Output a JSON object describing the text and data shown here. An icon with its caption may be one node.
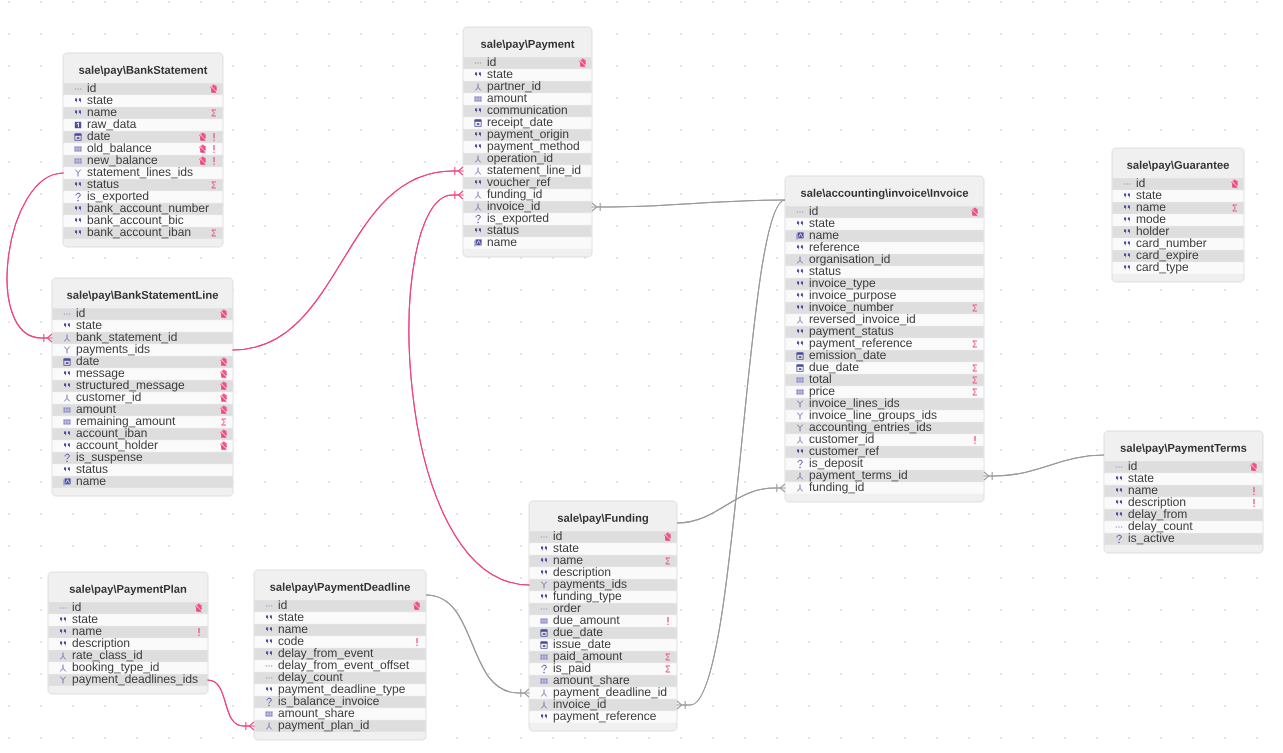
{
  "diagram": {
    "nodes": [
      {
        "text": [
          "sale\\pay\\BankStatement"
        ]
      },
      {
        "text": [
          "id"
        ],
        "in": 0
      },
      {
        "text": [
          "state"
        ],
        "in": 0
      },
      {
        "text": [
          "name"
        ],
        "in": 0
      },
      {
        "text": [
          "raw_data"
        ],
        "in": 0
      },
      {
        "text": [
          "date"
        ],
        "in": 0
      },
      {
        "text": [
          "old_balance"
        ],
        "in": 0
      },
      {
        "text": [
          "new_balance"
        ],
        "in": 0
      },
      {
        "text": [
          "statement_lines_ids"
        ],
        "in": 0
      },
      {
        "text": [
          "status"
        ],
        "in": 0
      },
      {
        "text": [
          "is_exported"
        ],
        "in": 0
      },
      {
        "text": [
          "bank_account_number"
        ],
        "in": 0
      },
      {
        "text": [
          "bank_account_bic"
        ],
        "in": 0
      },
      {
        "text": [
          "bank_account_iban"
        ],
        "in": 0
      },
      {
        "text": [
          "sale\\pay\\Payment"
        ]
      },
      {
        "text": [
          "id"
        ],
        "in": 14
      },
      {
        "text": [
          "state"
        ],
        "in": 14
      },
      {
        "text": [
          "partner_id"
        ],
        "in": 14
      },
      {
        "text": [
          "amount"
        ],
        "in": 14
      },
      {
        "text": [
          "communication"
        ],
        "in": 14
      },
      {
        "text": [
          "receipt_date"
        ],
        "in": 14
      },
      {
        "text": [
          "payment_origin"
        ],
        "in": 14
      },
      {
        "text": [
          "payment_method"
        ],
        "in": 14
      },
      {
        "text": [
          "operation_id"
        ],
        "in": 14
      },
      {
        "text": [
          "statement_line_id"
        ],
        "in": 14
      },
      {
        "text": [
          "voucher_ref"
        ],
        "in": 14
      },
      {
        "text": [
          "funding_id"
        ],
        "in": 14
      },
      {
        "text": [
          "invoice_id"
        ],
        "in": 14
      },
      {
        "text": [
          "is_exported"
        ],
        "in": 14
      },
      {
        "text": [
          "status"
        ],
        "in": 14
      },
      {
        "text": [
          "name"
        ],
        "in": 14
      },
      {
        "text": [
          "sale\\pay\\Guarantee"
        ]
      },
      {
        "text": [
          "id"
        ],
        "in": 31
      },
      {
        "text": [
          "state"
        ],
        "in": 31
      },
      {
        "text": [
          "name"
        ],
        "in": 31
      },
      {
        "text": [
          "mode"
        ],
        "in": 31
      },
      {
        "text": [
          "holder"
        ],
        "in": 31
      },
      {
        "text": [
          "card_number"
        ],
        "in": 31
      },
      {
        "text": [
          "card_expire"
        ],
        "in": 31
      },
      {
        "text": [
          "card_type"
        ],
        "in": 31
      },
      {
        "text": [
          "sale\\accounting\\invoice\\Invoice"
        ]
      },
      {
        "text": [
          "id"
        ],
        "in": 40
      },
      {
        "text": [
          "state"
        ],
        "in": 40
      },
      {
        "text": [
          "name"
        ],
        "in": 40
      },
      {
        "text": [
          "reference"
        ],
        "in": 40
      },
      {
        "text": [
          "organisation_id"
        ],
        "in": 40
      },
      {
        "text": [
          "status"
        ],
        "in": 40
      },
      {
        "text": [
          "invoice_type"
        ],
        "in": 40
      },
      {
        "text": [
          "invoice_purpose"
        ],
        "in": 40
      },
      {
        "text": [
          "invoice_number"
        ],
        "in": 40
      },
      {
        "text": [
          "reversed_invoice_id"
        ],
        "in": 40
      },
      {
        "text": [
          "payment_status"
        ],
        "in": 40
      },
      {
        "text": [
          "payment_reference"
        ],
        "in": 40
      },
      {
        "text": [
          "emission_date"
        ],
        "in": 40
      },
      {
        "text": [
          "due_date"
        ],
        "in": 40
      },
      {
        "text": [
          "total"
        ],
        "in": 40
      },
      {
        "text": [
          "price"
        ],
        "in": 40
      },
      {
        "text": [
          "invoice_lines_ids"
        ],
        "in": 40
      },
      {
        "text": [
          "invoice_line_groups_ids"
        ],
        "in": 40
      },
      {
        "text": [
          "accounting_entries_ids"
        ],
        "in": 40
      },
      {
        "text": [
          "customer_id"
        ],
        "in": 40
      },
      {
        "text": [
          "customer_ref"
        ],
        "in": 40
      },
      {
        "text": [
          "is_deposit"
        ],
        "in": 40
      },
      {
        "text": [
          "payment_terms_id"
        ],
        "in": 40
      },
      {
        "text": [
          "funding_id"
        ],
        "in": 40
      },
      {
        "text": [
          "sale\\pay\\BankStatementLine"
        ]
      },
      {
        "text": [
          "id"
        ],
        "in": 65
      },
      {
        "text": [
          "state"
        ],
        "in": 65
      },
      {
        "text": [
          "bank_statement_id"
        ],
        "in": 65
      },
      {
        "text": [
          "payments_ids"
        ],
        "in": 65
      },
      {
        "text": [
          "date"
        ],
        "in": 65
      },
      {
        "text": [
          "message"
        ],
        "in": 65
      },
      {
        "text": [
          "structured_message"
        ],
        "in": 65
      },
      {
        "text": [
          "customer_id"
        ],
        "in": 65
      },
      {
        "text": [
          "amount"
        ],
        "in": 65
      },
      {
        "text": [
          "remaining_amount"
        ],
        "in": 65
      },
      {
        "text": [
          "account_iban"
        ],
        "in": 65
      },
      {
        "text": [
          "account_holder"
        ],
        "in": 65
      },
      {
        "text": [
          "is_suspense"
        ],
        "in": 65
      },
      {
        "text": [
          "status"
        ],
        "in": 65
      },
      {
        "text": [
          "name"
        ],
        "in": 65
      },
      {
        "text": [
          "sale\\pay\\PaymentTerms"
        ]
      },
      {
        "text": [
          "id"
        ],
        "in": 81
      },
      {
        "text": [
          "state"
        ],
        "in": 81
      },
      {
        "text": [
          "name"
        ],
        "in": 81
      },
      {
        "text": [
          "description"
        ],
        "in": 81
      },
      {
        "text": [
          "delay_from"
        ],
        "in": 81
      },
      {
        "text": [
          "delay_count"
        ],
        "in": 81
      },
      {
        "text": [
          "is_active"
        ],
        "in": 81
      },
      {
        "text": [
          "sale\\pay\\Funding"
        ]
      },
      {
        "text": [
          "id"
        ],
        "in": 89
      },
      {
        "text": [
          "state"
        ],
        "in": 89
      },
      {
        "text": [
          "name"
        ],
        "in": 89
      },
      {
        "text": [
          "description"
        ],
        "in": 89
      },
      {
        "text": [
          "payments_ids"
        ],
        "in": 89
      },
      {
        "text": [
          "funding_type"
        ],
        "in": 89
      },
      {
        "text": [
          "order"
        ],
        "in": 89
      },
      {
        "text": [
          "due_amount"
        ],
        "in": 89
      },
      {
        "text": [
          "due_date"
        ],
        "in": 89
      },
      {
        "text": [
          "issue_date"
        ],
        "in": 89
      },
      {
        "text": [
          "paid_amount"
        ],
        "in": 89
      },
      {
        "text": [
          "is_paid"
        ],
        "in": 89
      },
      {
        "text": [
          "amount_share"
        ],
        "in": 89
      },
      {
        "text": [
          "payment_deadline_id"
        ],
        "in": 89
      },
      {
        "text": [
          "invoice_id"
        ],
        "in": 89
      },
      {
        "text": [
          "payment_reference"
        ],
        "in": 89
      },
      {
        "text": [
          "sale\\pay\\PaymentPlan"
        ]
      },
      {
        "text": [
          "id"
        ],
        "in": 106
      },
      {
        "text": [
          "state"
        ],
        "in": 106
      },
      {
        "text": [
          "name"
        ],
        "in": 106
      },
      {
        "text": [
          "description"
        ],
        "in": 106
      },
      {
        "text": [
          "rate_class_id"
        ],
        "in": 106
      },
      {
        "text": [
          "booking_type_id"
        ],
        "in": 106
      },
      {
        "text": [
          "payment_deadlines_ids"
        ],
        "in": 106
      },
      {
        "text": [
          "sale\\pay\\PaymentDeadline"
        ]
      },
      {
        "text": [
          "id"
        ],
        "in": 114
      },
      {
        "text": [
          "state"
        ],
        "in": 114
      },
      {
        "text": [
          "name"
        ],
        "in": 114
      },
      {
        "text": [
          "code"
        ],
        "in": 114
      },
      {
        "text": [
          "delay_from_event"
        ],
        "in": 114
      },
      {
        "text": [
          "delay_from_event_offset"
        ],
        "in": 114
      },
      {
        "text": [
          "delay_count"
        ],
        "in": 114
      },
      {
        "text": [
          "payment_deadline_type"
        ],
        "in": 114
      },
      {
        "text": [
          "is_balance_invoice"
        ],
        "in": 114
      },
      {
        "text": [
          "amount_share"
        ],
        "in": 114
      },
      {
        "text": [
          "payment_plan_id"
        ],
        "in": 114
      }
    ],
    "edges": [
      {
        "from": 8,
        "to": 68,
        "arrow": "other",
        "color": "#f0447f"
      },
      {
        "from": 69,
        "to": 24,
        "arrow": "other",
        "color": "#f0447f"
      },
      {
        "from": 94,
        "to": 26,
        "arrow": "other",
        "color": "#f0447f"
      },
      {
        "from": 40,
        "to": 27,
        "arrow": "other"
      },
      {
        "from": 40,
        "to": 104,
        "arrow": "other"
      },
      {
        "from": 89,
        "to": 64,
        "arrow": "other"
      },
      {
        "from": 81,
        "to": 63,
        "arrow": "other"
      },
      {
        "from": 114,
        "to": 103,
        "arrow": "other"
      },
      {
        "from": 113,
        "to": 125,
        "arrow": "other",
        "color": "#f0447f"
      }
    ]
  }
}
